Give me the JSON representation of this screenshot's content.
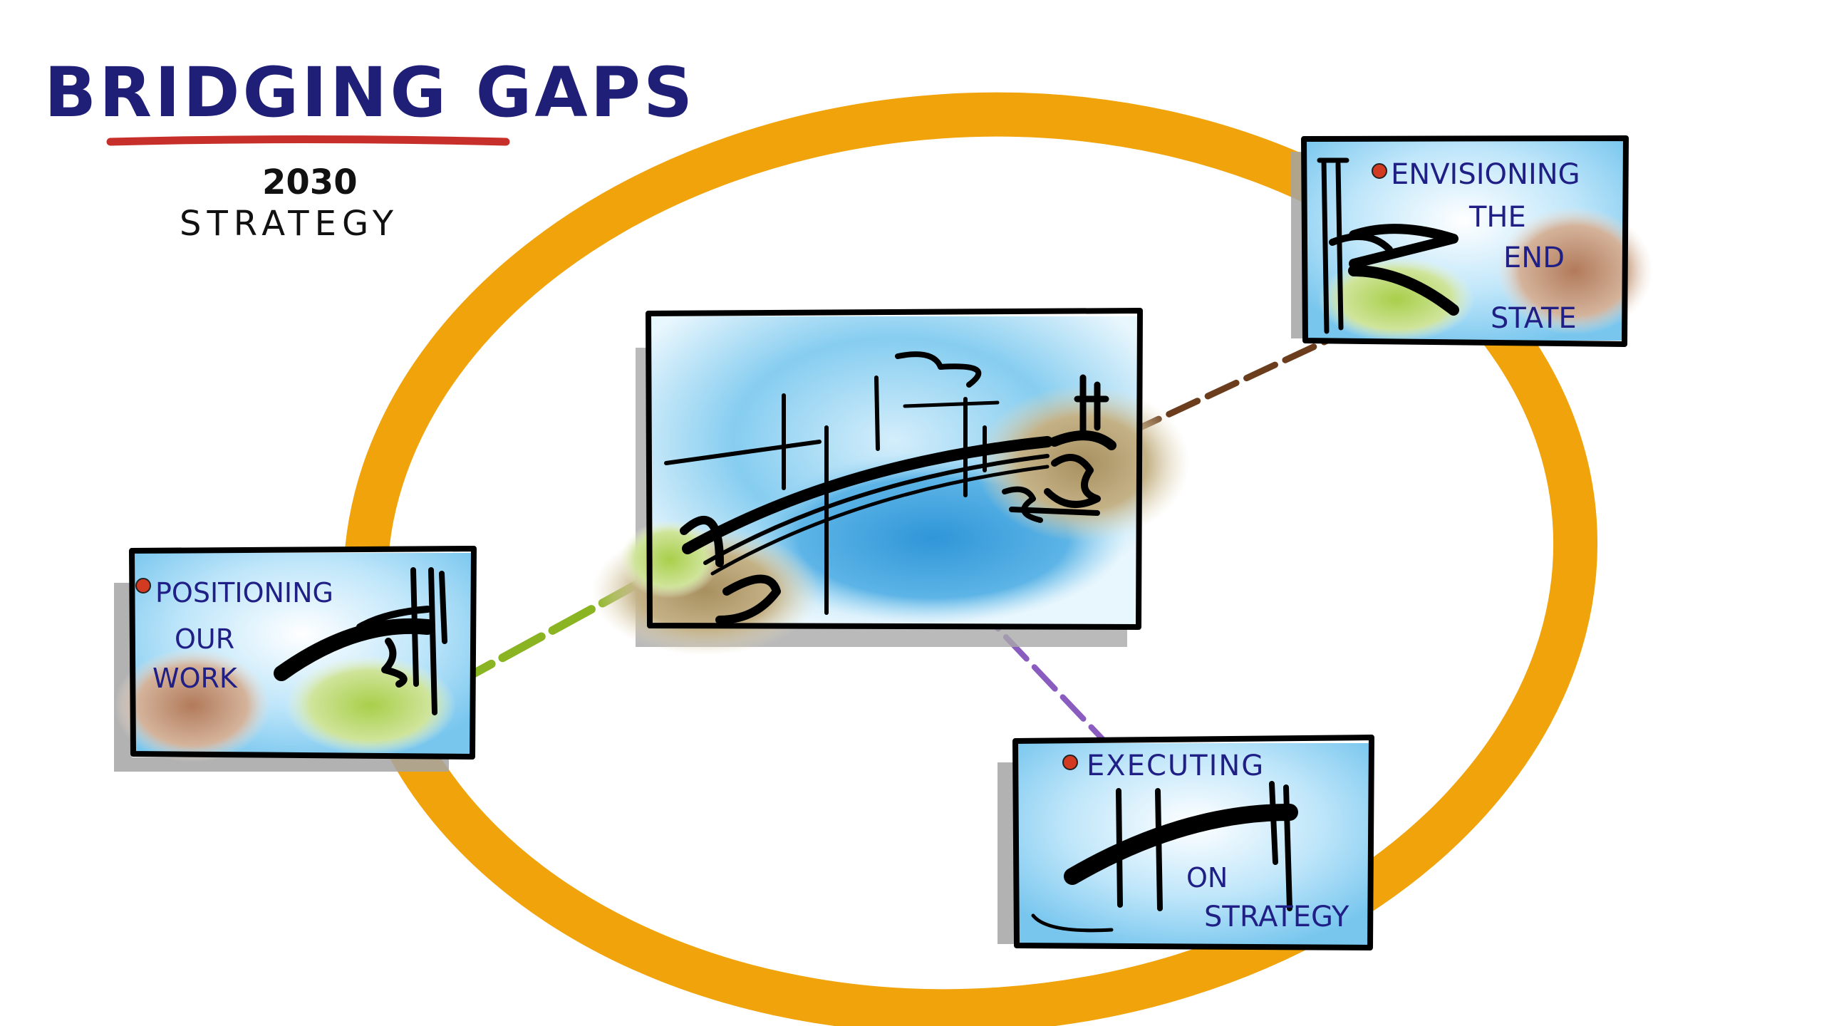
{
  "title": "BRIDGING GAPS",
  "subtitle_line1": "2030",
  "subtitle_line2": "STRATEGY",
  "cards": {
    "envisioning": {
      "line1": "ENVISIONING",
      "line2": "THE",
      "line3": "END",
      "line4": "STATE"
    },
    "positioning": {
      "line1": "POSITIONING",
      "line2": "OUR",
      "line3": "WORK"
    },
    "executing": {
      "line1": "EXECUTING",
      "line2": "ON",
      "line3": "STRATEGY"
    }
  },
  "colors": {
    "title": "#1f1f78",
    "underline": "#c7302a",
    "orbit_ring": "#f0a30a",
    "connector_envisioning": "#6b3d1c",
    "connector_positioning": "#8ab421",
    "connector_executing": "#8a5cc0",
    "sky": "#7fcdf0",
    "water": "#3aa0dd",
    "earth": "#b8a070",
    "grass": "#b9d66a",
    "marker_dot": "#d23b22",
    "card_text": "#1f1f86",
    "shadow": "#9a9a9a"
  },
  "icons": {
    "central_scene": "bridge-scene-icon",
    "marker": "red-dot-marker"
  }
}
